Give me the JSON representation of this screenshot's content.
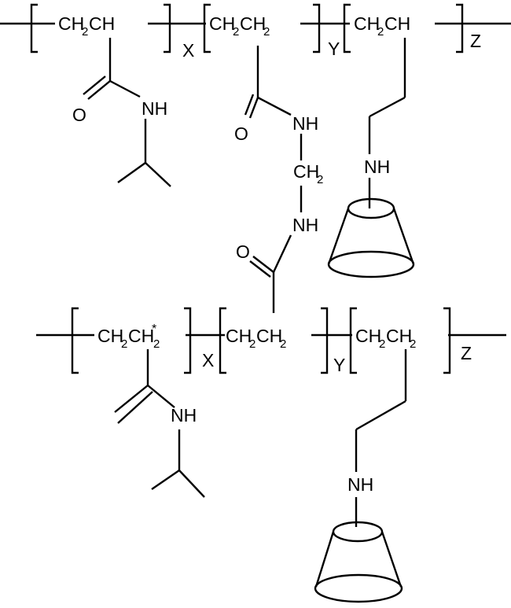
{
  "labels": {
    "ch": "CH",
    "ch2": "CH",
    "two": "2",
    "o": "O",
    "nh": "NH",
    "x": "X",
    "y": "Y",
    "z": "Z",
    "star": "*"
  },
  "colors": {
    "ink": "#000000",
    "background": "#ffffff"
  },
  "icons": [
    "cyclodextrin-cone-icon"
  ]
}
